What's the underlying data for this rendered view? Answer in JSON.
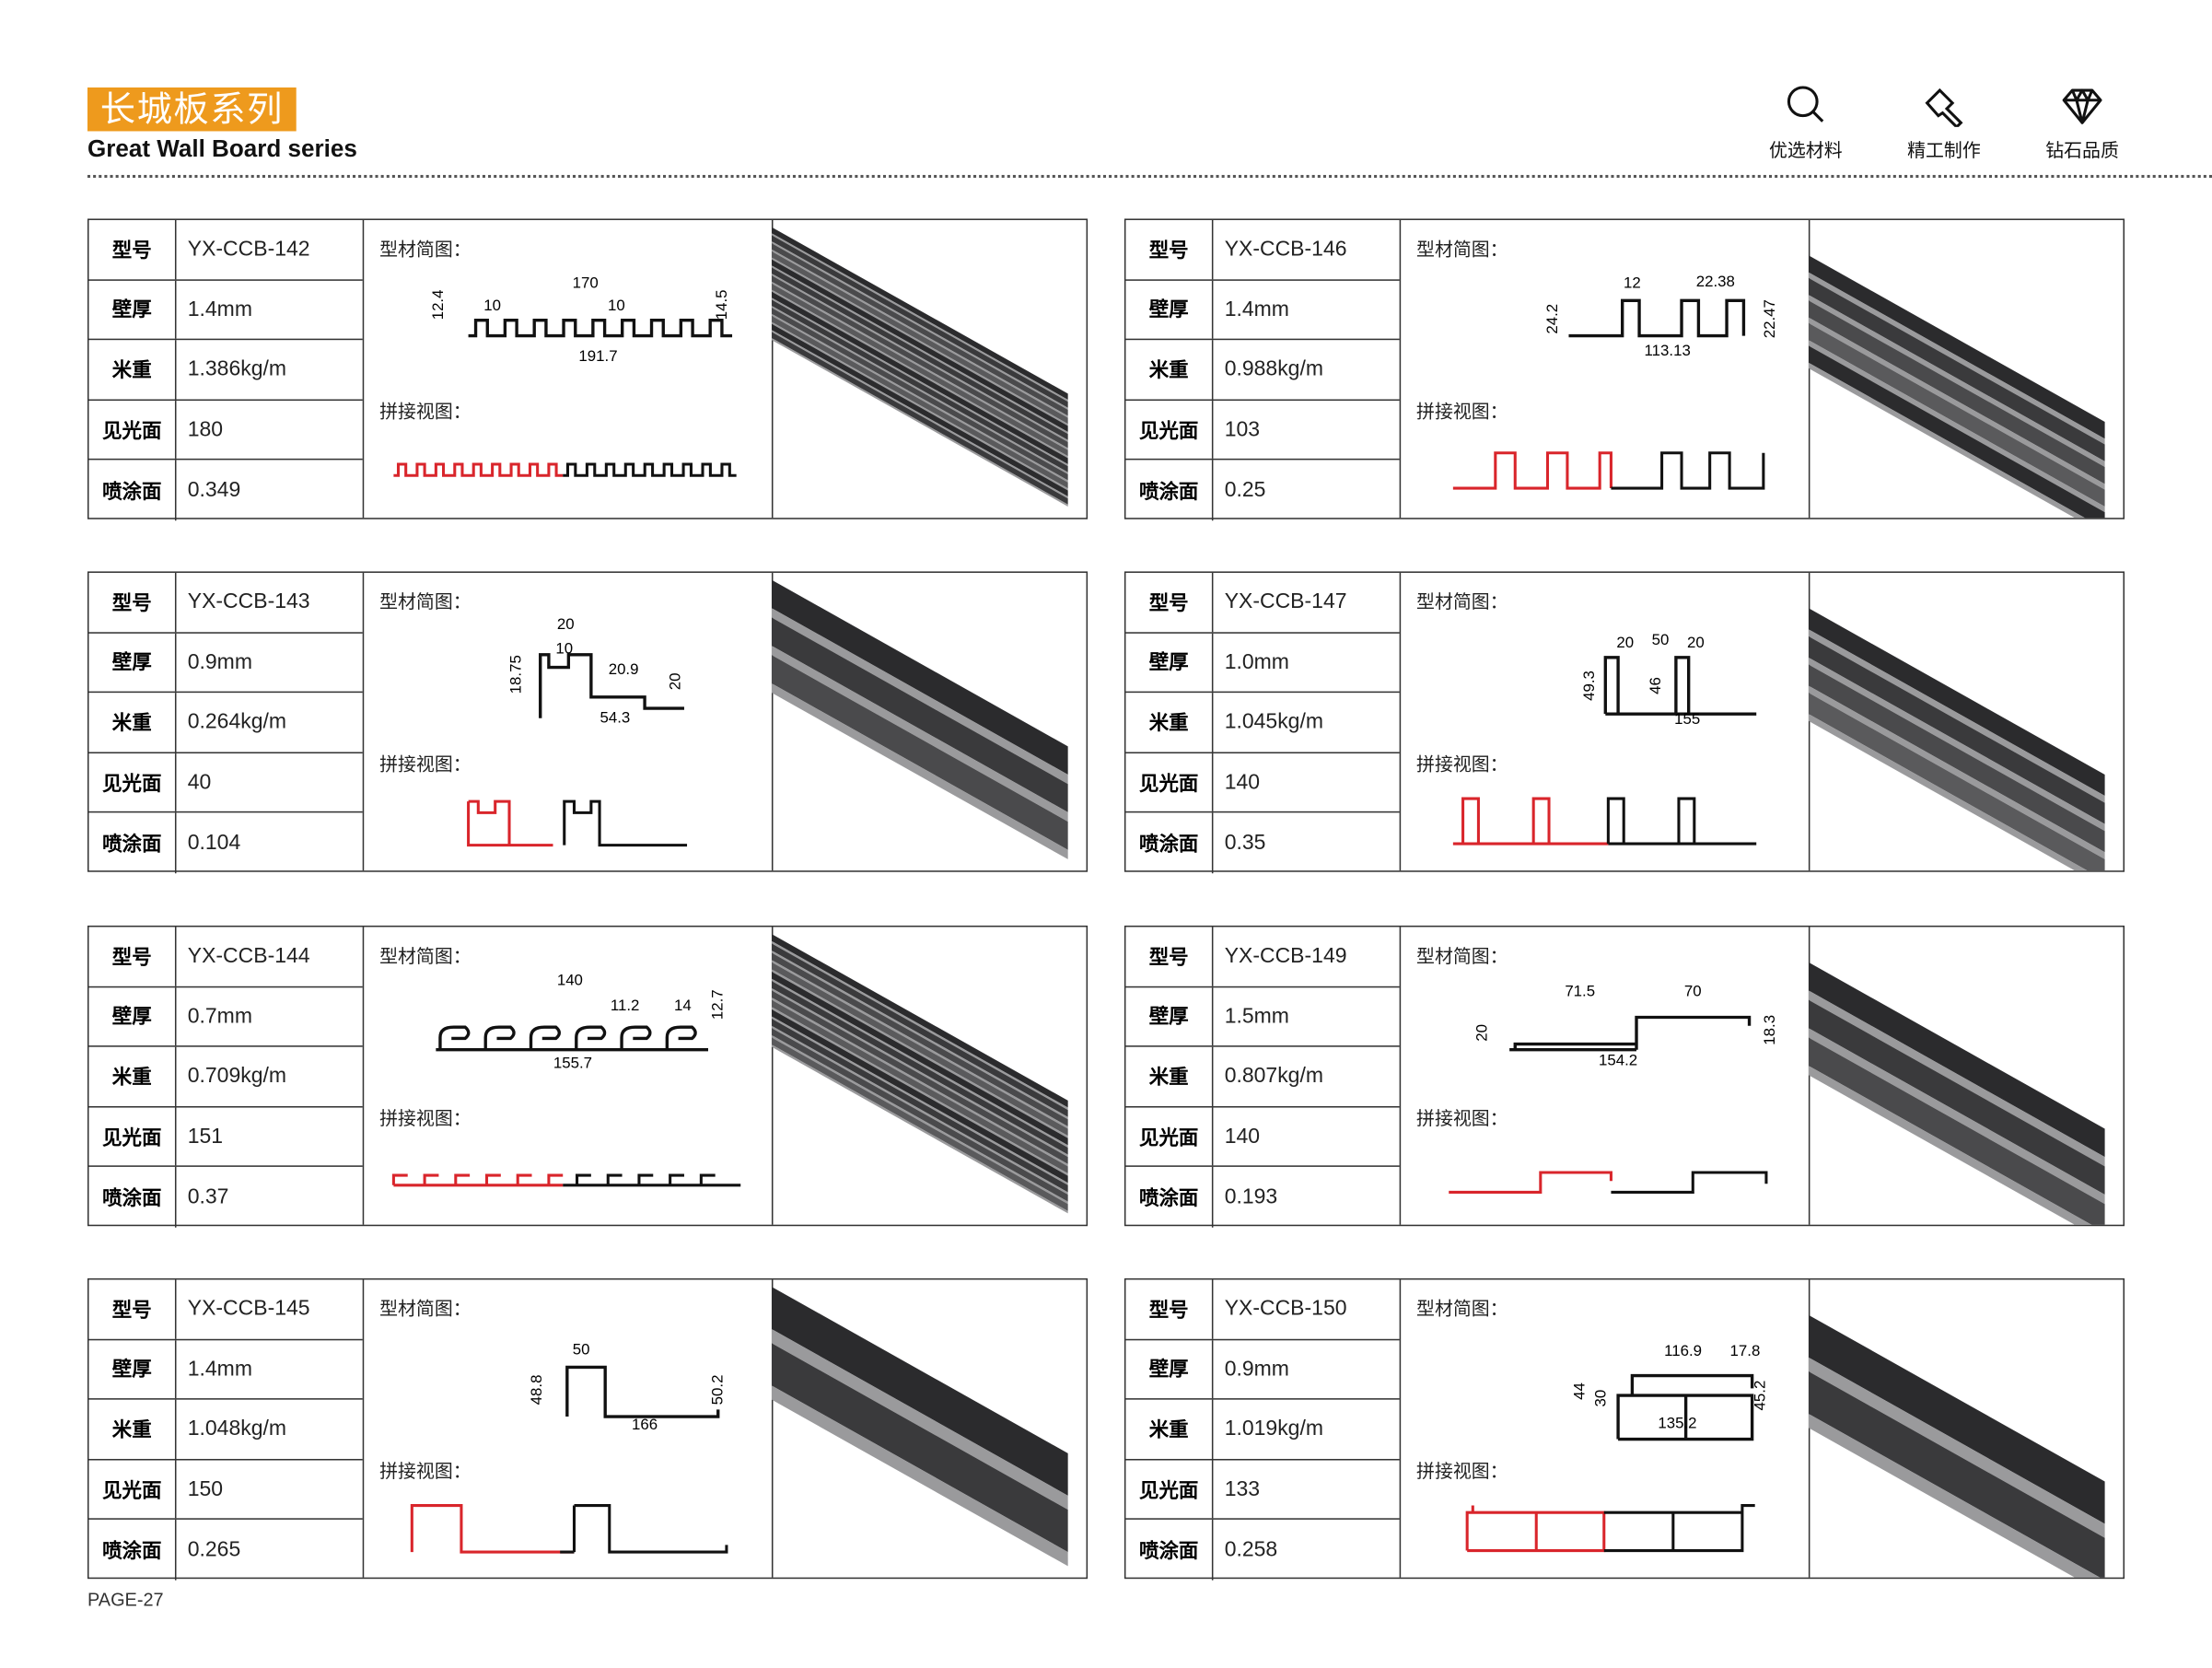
{
  "header": {
    "title_cn": "长城板系列",
    "title_en": "Great Wall Board series",
    "features": [
      {
        "icon": "search-icon",
        "label": "优选材料"
      },
      {
        "icon": "hammer-icon",
        "label": "精工制作"
      },
      {
        "icon": "diamond-icon",
        "label": "钻石品质"
      }
    ]
  },
  "field_labels": [
    "型号",
    "壁厚",
    "米重",
    "见光面",
    "喷涂面"
  ],
  "diagram_labels": {
    "profile": "型材简图：",
    "splice": "拼接视图："
  },
  "colors": {
    "accent": "#ee9a1d",
    "splice_red": "#d9252b"
  },
  "cards": [
    {
      "values": [
        "YX-CCB-142",
        "1.4mm",
        "1.386kg/m",
        "180",
        "0.349"
      ],
      "dims": [
        "170",
        "10",
        "10",
        "12.4",
        "14.5",
        "191.7"
      ]
    },
    {
      "values": [
        "YX-CCB-146",
        "1.4mm",
        "0.988kg/m",
        "103",
        "0.25"
      ],
      "dims": [
        "12",
        "22.38",
        "24.2",
        "22.47",
        "113.13"
      ]
    },
    {
      "values": [
        "YX-CCB-143",
        "0.9mm",
        "0.264kg/m",
        "40",
        "0.104"
      ],
      "dims": [
        "20",
        "10",
        "20.9",
        "20",
        "18.75",
        "54.3"
      ]
    },
    {
      "values": [
        "YX-CCB-147",
        "1.0mm",
        "1.045kg/m",
        "140",
        "0.35"
      ],
      "dims": [
        "20",
        "50",
        "20",
        "49.3",
        "46",
        "155"
      ]
    },
    {
      "values": [
        "YX-CCB-144",
        "0.7mm",
        "0.709kg/m",
        "151",
        "0.37"
      ],
      "dims": [
        "140",
        "11.2",
        "14",
        "12.7",
        "155.7"
      ]
    },
    {
      "values": [
        "YX-CCB-149",
        "1.5mm",
        "0.807kg/m",
        "140",
        "0.193"
      ],
      "dims": [
        "71.5",
        "70",
        "20",
        "18.3",
        "154.2"
      ]
    },
    {
      "values": [
        "YX-CCB-145",
        "1.4mm",
        "1.048kg/m",
        "150",
        "0.265"
      ],
      "dims": [
        "50",
        "48.8",
        "50.2",
        "166"
      ]
    },
    {
      "values": [
        "YX-CCB-150",
        "0.9mm",
        "1.019kg/m",
        "133",
        "0.258"
      ],
      "dims": [
        "116.9",
        "17.8",
        "44",
        "30",
        "45.2",
        "135.2"
      ]
    }
  ],
  "footer": {
    "page": "PAGE-27"
  }
}
